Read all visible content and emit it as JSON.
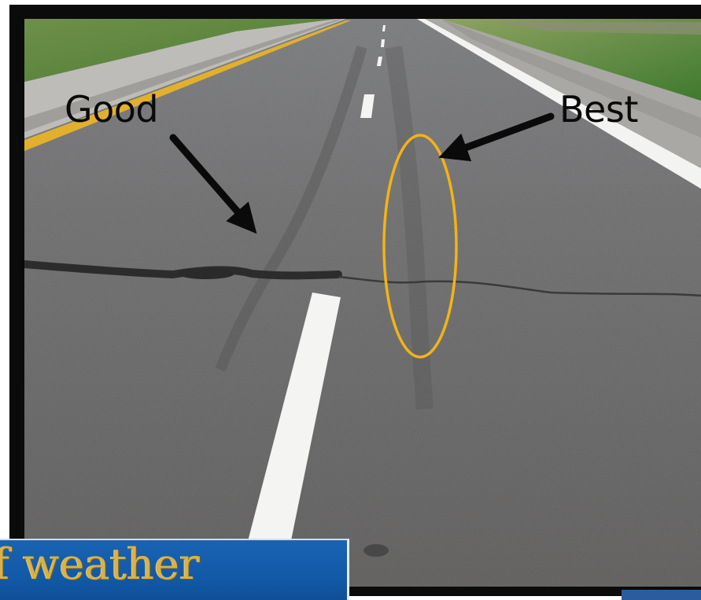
{
  "annotations": {
    "good_label": "Good",
    "best_label": "Best"
  },
  "caption": {
    "text": "f weather"
  },
  "colors": {
    "asphalt": "#5f5e5c",
    "grass": "#5b8a3a",
    "stripe_white": "#f2f2f0",
    "stripe_yellow": "#e5b52a",
    "ellipse_outline": "#f2b318",
    "arrow": "#0a0a0a",
    "caption_background": "#155ca9",
    "caption_text": "#d7b24a"
  },
  "icons": {
    "good_pointer": "arrow-icon",
    "best_pointer": "arrow-icon"
  }
}
